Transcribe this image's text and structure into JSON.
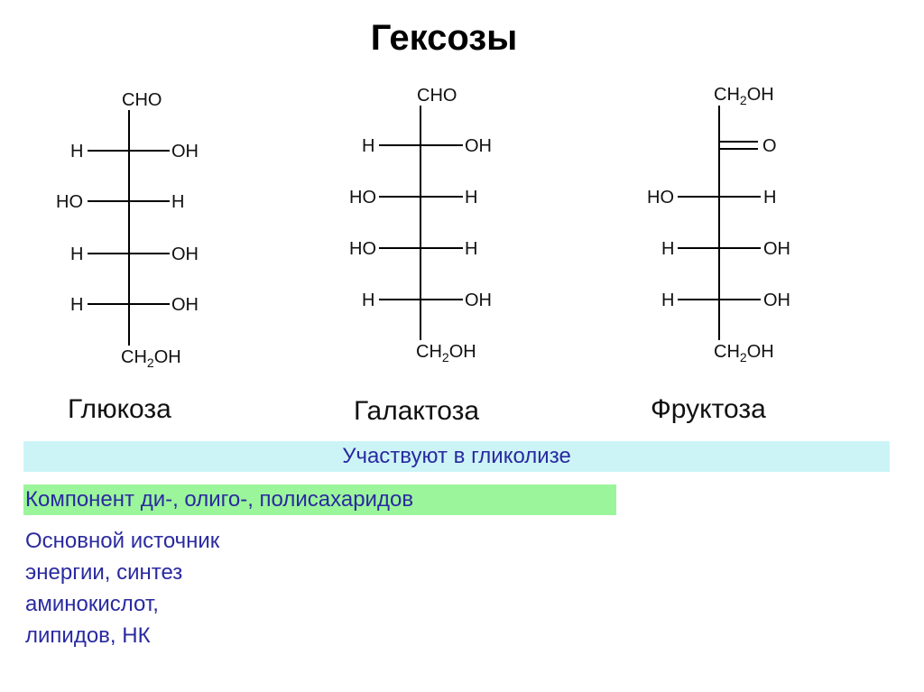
{
  "title": "Гексозы",
  "molecules": [
    {
      "name": "Глюкоза",
      "top": "CHO",
      "rows": [
        [
          "H",
          "OH"
        ],
        [
          "HO",
          "H"
        ],
        [
          "H",
          "OH"
        ],
        [
          "H",
          "OH"
        ]
      ],
      "bottom": "CH2OH"
    },
    {
      "name": "Галактоза",
      "top": "CHO",
      "rows": [
        [
          "H",
          "OH"
        ],
        [
          "HO",
          "H"
        ],
        [
          "HO",
          "H"
        ],
        [
          "H",
          "OH"
        ]
      ],
      "bottom": "CH2OH"
    },
    {
      "name": "Фруктоза",
      "top": "CH2OH",
      "carbonyl": "O",
      "rows": [
        [
          "HO",
          "H"
        ],
        [
          "H",
          "OH"
        ],
        [
          "H",
          "OH"
        ]
      ],
      "bottom": "CH2OH"
    }
  ],
  "bands": {
    "glycolysis": "Участвуют в гликолизе",
    "component": "Компонент ди-, олиго-, полисахаридов"
  },
  "note_lines": [
    "Основной источник",
    "энергии, синтез",
    "аминокислот,",
    "липидов, НК"
  ],
  "colors": {
    "band_cyan": "#ccf4f6",
    "band_green": "#9bf59b",
    "note_text": "#2a2aa0"
  }
}
